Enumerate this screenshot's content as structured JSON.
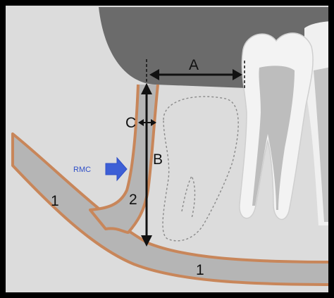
{
  "labels": {
    "dimension_a": "A",
    "dimension_b": "B",
    "dimension_c": "C",
    "canal_lower": "1",
    "canal_left": "1",
    "canal_branch": "2",
    "rmc": "RMC"
  },
  "colors": {
    "background": "#dcdcdc",
    "bone_dark": "#6b6b6b",
    "canal_fill": "#b5b5b5",
    "canal_outline": "#c8865a",
    "tooth_light": "#f3f3f3",
    "tooth_mid": "#bdbdbd",
    "arrow_blue": "#2f4fc7",
    "frame": "#000000"
  }
}
